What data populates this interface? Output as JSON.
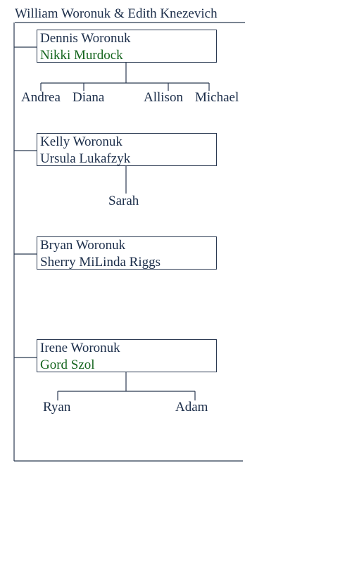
{
  "root": {
    "couple": "William Woronuk & Edith Knezevich"
  },
  "families": [
    {
      "person": "Dennis Woronuk",
      "spouse": "Nikki Murdock",
      "spouse_color": "#15651e",
      "children": [
        "Andrea",
        "Diana",
        "Allison",
        "Michael"
      ]
    },
    {
      "person": "Kelly Woronuk",
      "spouse": "Ursula Lukafzyk",
      "spouse_color": "#1c2e4a",
      "children": [
        "Sarah"
      ]
    },
    {
      "person": "Bryan Woronuk",
      "spouse": "Sherry MiLinda Riggs",
      "spouse_color": "#1c2e4a",
      "children": []
    },
    {
      "person": "Irene Woronuk",
      "spouse": "Gord Szol",
      "spouse_color": "#15651e",
      "children": [
        "Ryan",
        "Adam"
      ]
    }
  ],
  "colors": {
    "text": "#1c2e4a",
    "line": "#2b3a52",
    "green_spouse": "#15651e"
  }
}
